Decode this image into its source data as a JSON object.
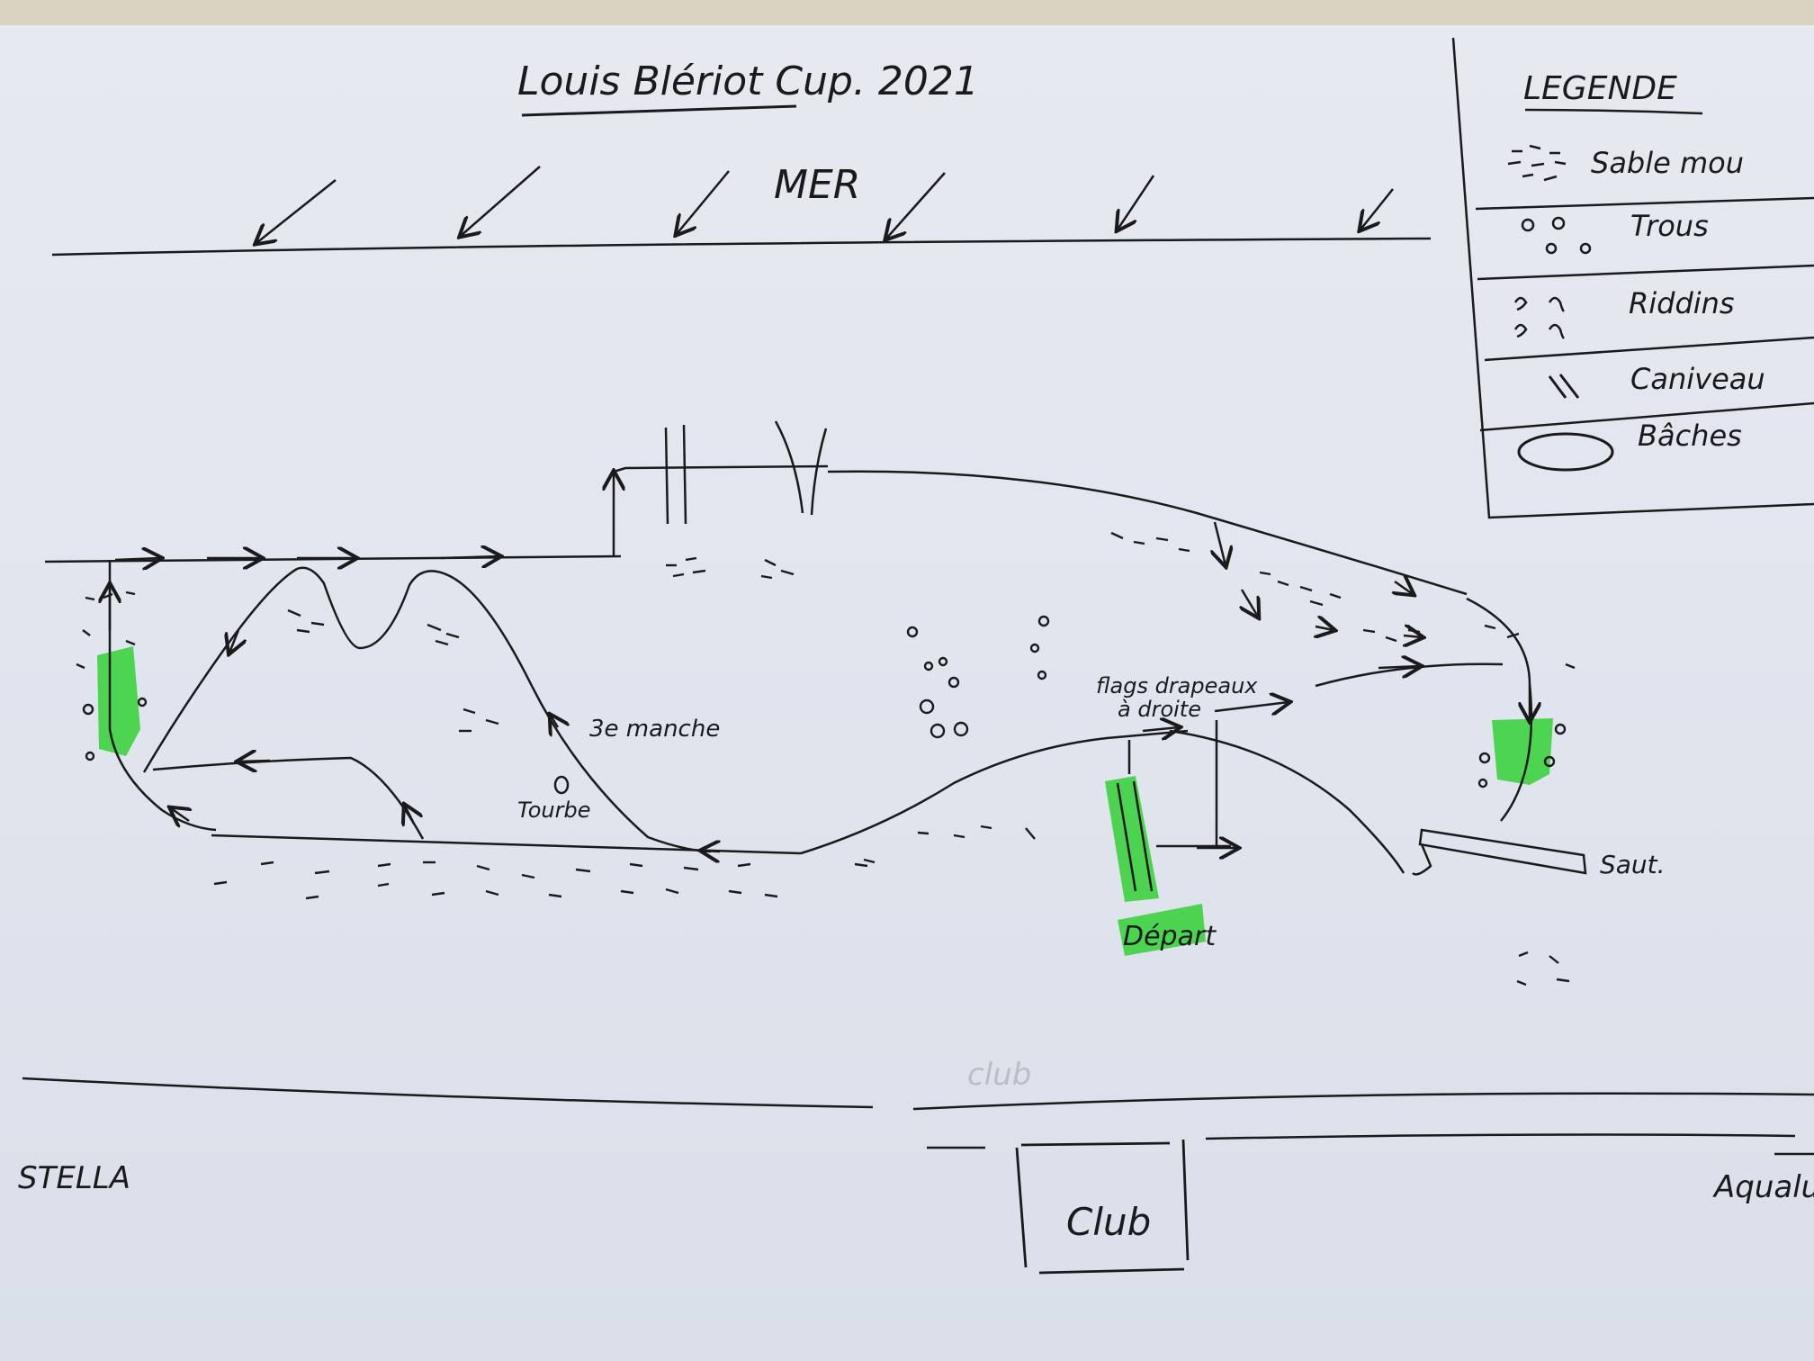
{
  "title": "Louis Blériot Cup. 2021",
  "sea_label": "MER",
  "legend": {
    "heading": "LEGENDE",
    "items": [
      {
        "symbol": "soft-sand-dashes",
        "label": "Sable mou"
      },
      {
        "symbol": "holes-circles",
        "label": "Trous"
      },
      {
        "symbol": "ripples-waves",
        "label": "Riddins"
      },
      {
        "symbol": "gutter-lines",
        "label": "Caniveau"
      },
      {
        "symbol": "tarp-ellipse",
        "label": "Bâches"
      }
    ]
  },
  "annotations": {
    "third_lap": "3e manche",
    "peat": "Tourbe",
    "flags_line1": "flags drapeaux",
    "flags_line2": "à droite",
    "start": "Départ",
    "jump": "Saut.",
    "club_faint": "club",
    "club_building": "Club",
    "left_label": "STELLA",
    "right_label": "Aqualu"
  },
  "colors": {
    "ink": "#1a1a1a",
    "highlighter": "#38d13a",
    "paper": "#e3e6ee"
  }
}
